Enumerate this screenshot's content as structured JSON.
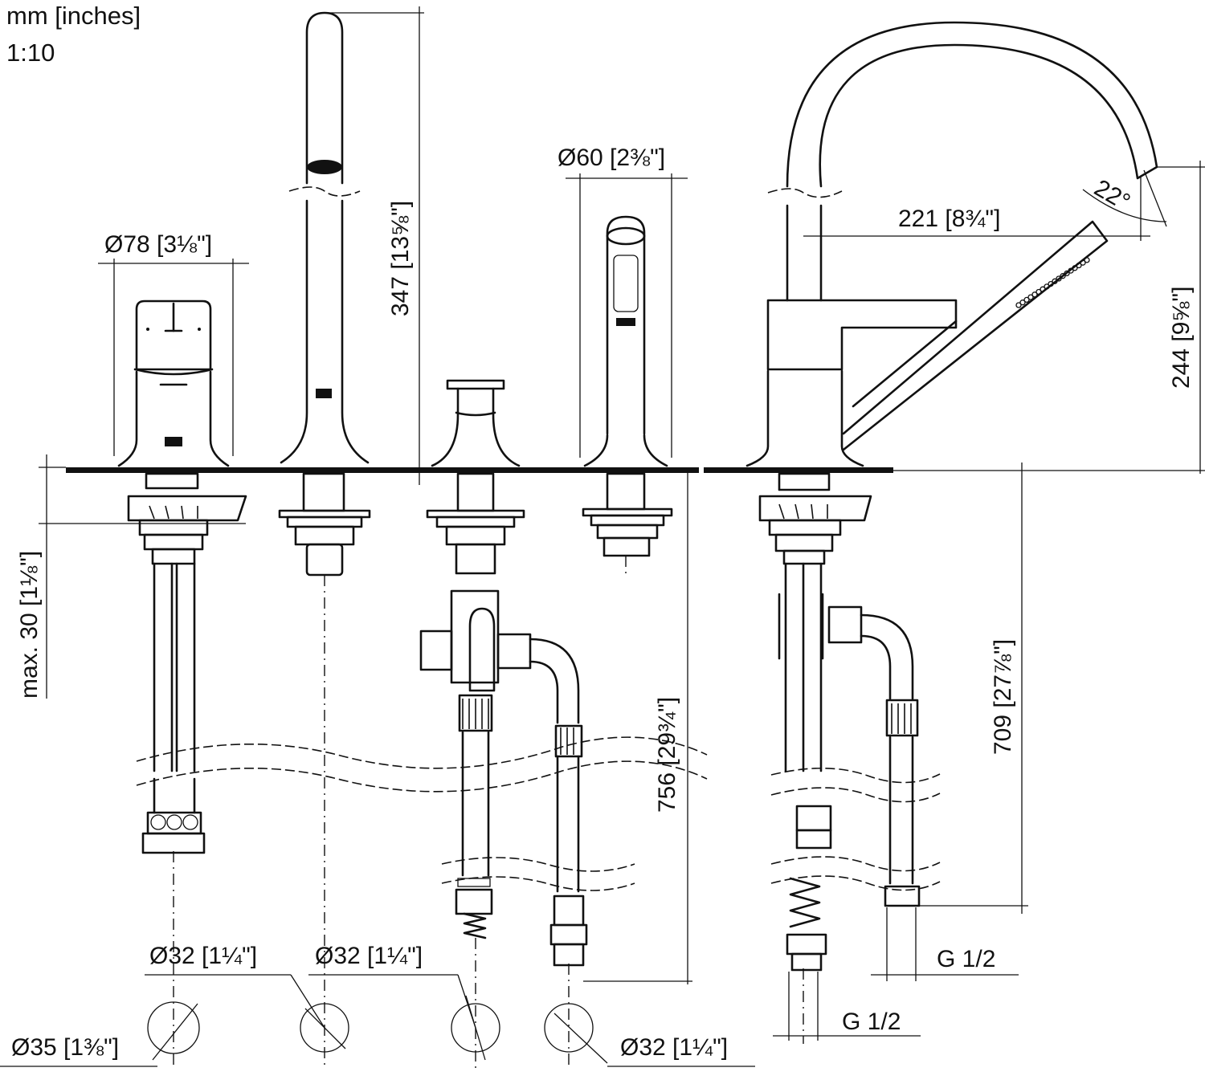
{
  "header": {
    "units": "mm [inches]",
    "scale": "1:10"
  },
  "dimensions": {
    "dia_78": "Ø78 [3⅛\"]",
    "height_347": "347 [13⅝\"]",
    "dia_60": "Ø60 [2⅜\"]",
    "len_221": "221 [8¾\"]",
    "angle_22": "22°",
    "height_244": "244 [9⅝\"]",
    "max_30": "max. 30 [1⅛\"]",
    "len_756": "756 [29¾\"]",
    "len_709": "709 [27⅞\"]",
    "g_half_1": "G 1/2",
    "g_half_2": "G 1/2",
    "dia_32_a": "Ø32 [1¼\"]",
    "dia_32_b": "Ø32 [1¼\"]",
    "dia_35": "Ø35 [1⅜\"]",
    "dia_32_c": "Ø32 [1¼\"]"
  }
}
